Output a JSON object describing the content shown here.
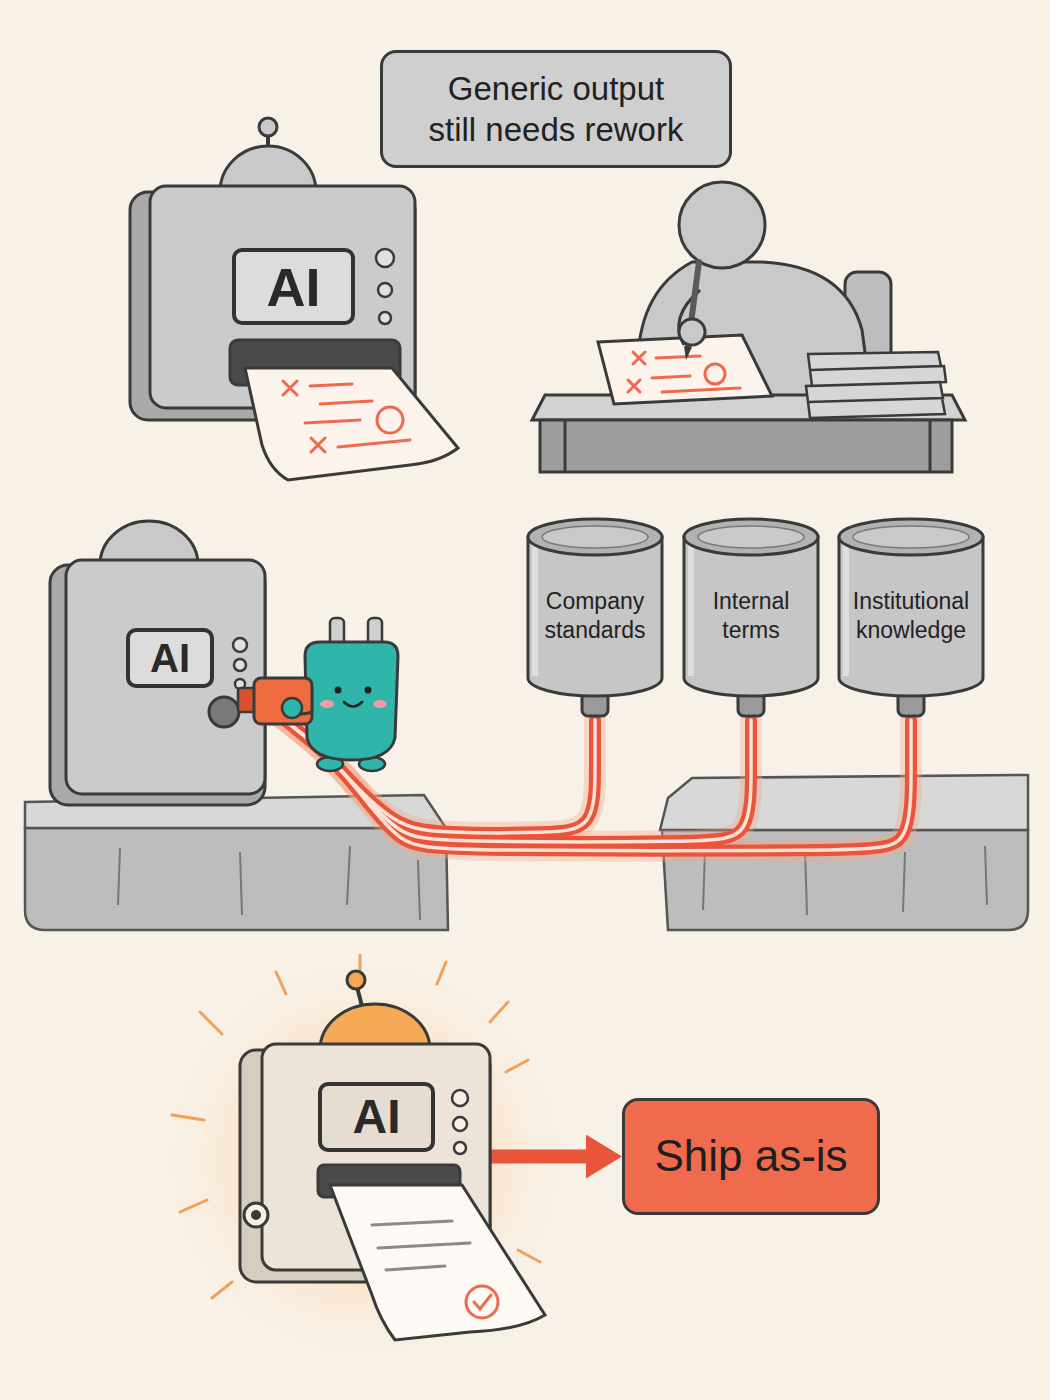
{
  "diagram": {
    "nodes": [
      {
        "text": [
          "Generic output still needs rework"
        ]
      },
      {
        "text": [
          "AI"
        ]
      },
      {
        "text": [
          "AI"
        ]
      },
      {
        "text": [
          "Company standards"
        ]
      },
      {
        "text": [
          "Internal terms"
        ]
      },
      {
        "text": [
          "Institutional knowledge"
        ]
      },
      {
        "text": [
          "AI"
        ]
      },
      {
        "text": [
          "Ship as-is"
        ]
      }
    ],
    "edges": [
      {
        "from": 3,
        "to": 2,
        "arrow": "none"
      },
      {
        "from": 4,
        "to": 2,
        "arrow": "none"
      },
      {
        "from": 5,
        "to": 2,
        "arrow": "none"
      },
      {
        "from": 6,
        "to": 7,
        "arrow": "to"
      }
    ]
  }
}
